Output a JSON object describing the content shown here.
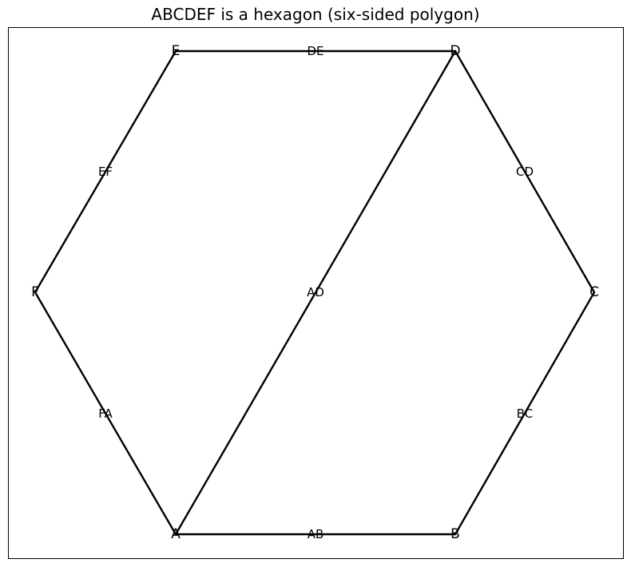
{
  "title": "ABCDEF is a hexagon (six-sided polygon)",
  "vertices": {
    "A": "A",
    "B": "B",
    "C": "C",
    "D": "D",
    "E": "E",
    "F": "F"
  },
  "edges": {
    "AB": "AB",
    "BC": "BC",
    "CD": "CD",
    "DE": "DE",
    "EF": "EF",
    "FA": "FA",
    "AD": "AD"
  },
  "colors": {
    "line": "#000000",
    "background": "#ffffff"
  }
}
